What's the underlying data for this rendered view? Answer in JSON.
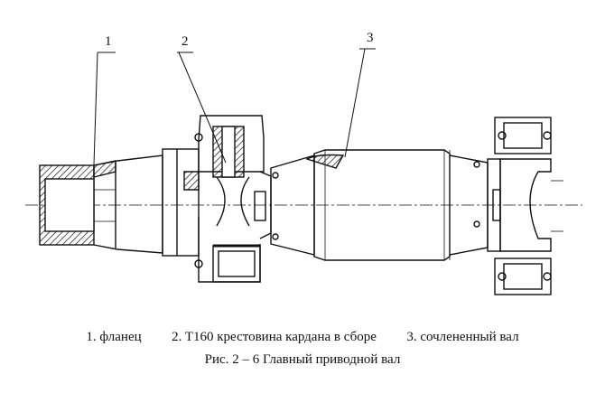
{
  "callouts": [
    {
      "number": "1"
    },
    {
      "number": "2"
    },
    {
      "number": "3"
    }
  ],
  "legend": [
    {
      "text": "1.  фланец"
    },
    {
      "text": "2.  T160 крестовина кардана в сборе"
    },
    {
      "text": "3.  сочлененный вал"
    }
  ],
  "caption": "Рис. 2 – 6 Главный приводной вал"
}
